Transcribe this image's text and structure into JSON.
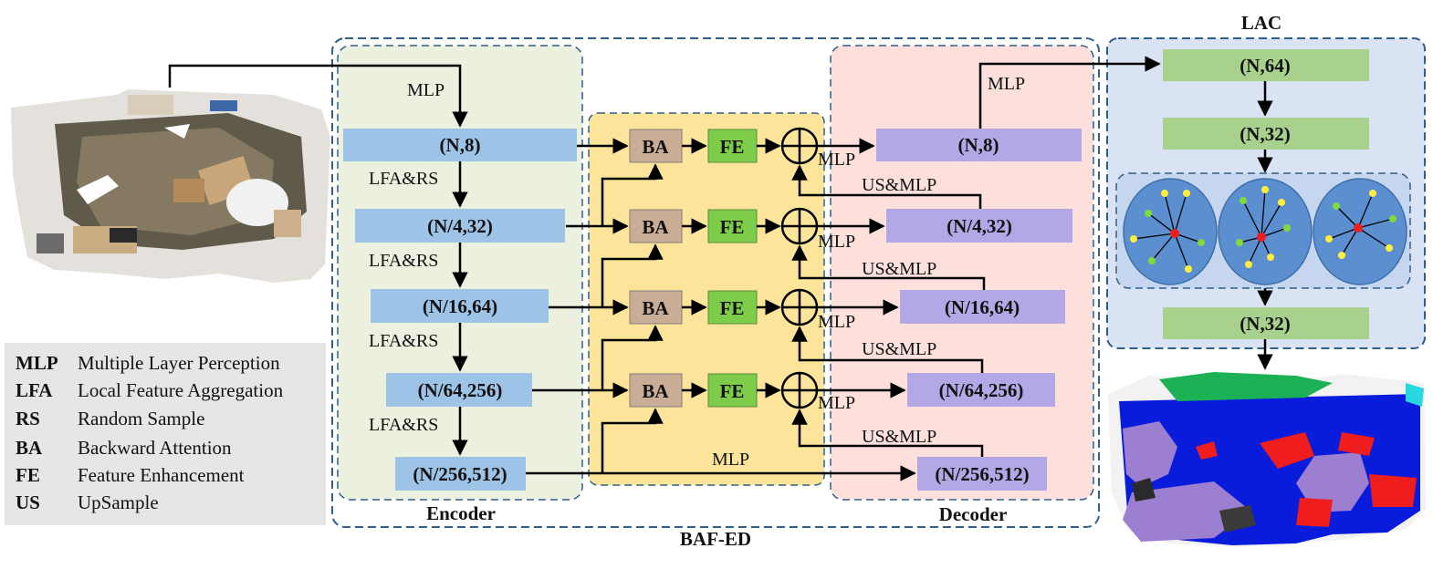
{
  "colors": {
    "encoder_bg": "#ebf1de",
    "fusion_bg": "#fce49a",
    "decoder_bg": "#fde0dc",
    "lac_bg": "#dae3f3",
    "encoder_block": "#9dc3e6",
    "decoder_block": "#b4a7e5",
    "lac_block": "#a9d18e",
    "ba_block": "#c9ad97",
    "fe_block": "#7dcd4a",
    "dashed_border": "#2f5f8a"
  },
  "encoder": {
    "title": "Encoder",
    "top_label": "MLP",
    "blocks": [
      "(N,8)",
      "(N/4,32)",
      "(N/16,64)",
      "(N/64,256)",
      "(N/256,512)"
    ],
    "step_labels": [
      "LFA&RS",
      "LFA&RS",
      "LFA&RS",
      "LFA&RS"
    ]
  },
  "fusion": {
    "ba_label": "BA",
    "fe_label": "FE",
    "bottom_label": "MLP"
  },
  "decoder": {
    "title": "Decoder",
    "top_label": "MLP",
    "blocks": [
      "(N,8)",
      "(N/4,32)",
      "(N/16,64)",
      "(N/64,256)",
      "(N/256,512)"
    ],
    "mlp_labels": [
      "MLP",
      "MLP",
      "MLP",
      "MLP"
    ],
    "up_labels": [
      "US&MLP",
      "US&MLP",
      "US&MLP",
      "US&MLP"
    ]
  },
  "outer_title": "BAF-ED",
  "lac": {
    "title": "LAC",
    "blocks": [
      "(N,64)",
      "(N,32)",
      "(N,32)"
    ]
  },
  "legend": [
    {
      "abbr": "MLP",
      "desc": "Multiple Layer Perception"
    },
    {
      "abbr": "LFA",
      "desc": "Local Feature Aggregation"
    },
    {
      "abbr": "RS",
      "desc": "Random Sample"
    },
    {
      "abbr": "BA",
      "desc": "Backward Attention"
    },
    {
      "abbr": "FE",
      "desc": "Feature Enhancement"
    },
    {
      "abbr": "US",
      "desc": "UpSample"
    }
  ]
}
